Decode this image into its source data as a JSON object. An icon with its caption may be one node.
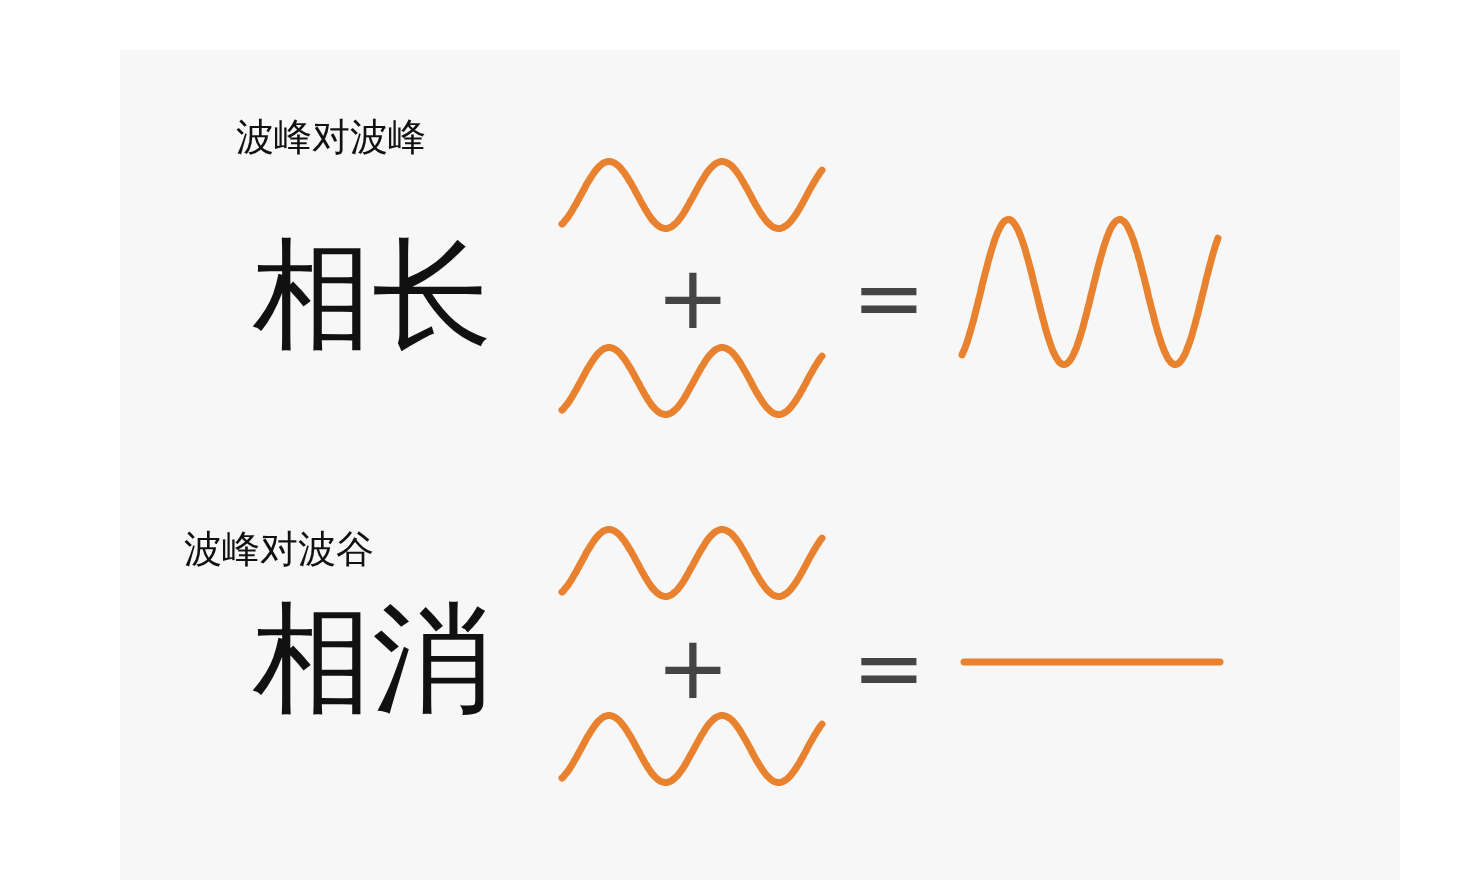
{
  "diagram": {
    "labels": [
      "波峰对波峰",
      "相长",
      "+",
      "=",
      "波峰对波谷",
      "相消",
      "+",
      "="
    ]
  }
}
